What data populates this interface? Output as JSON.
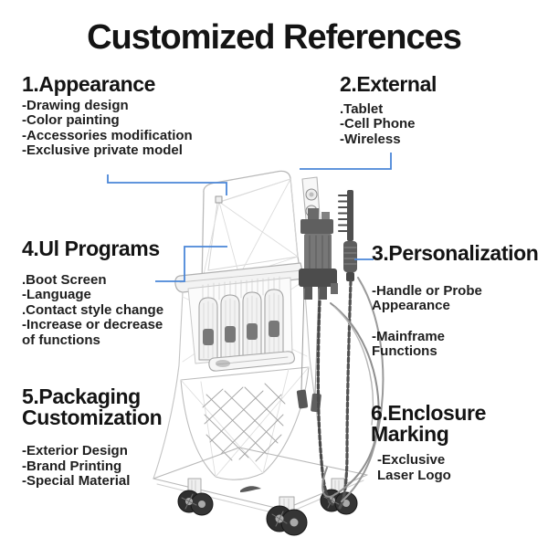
{
  "title": "Customized References",
  "colors": {
    "accent": "#4a86d8",
    "text": "#161616",
    "sketch": "#bdbdbd"
  },
  "illustration": {
    "name": "wireframe-beauty-machine-cart"
  },
  "sections": [
    {
      "heading": "1.Appearance",
      "items": [
        "-Drawing design",
        "-Color painting",
        "-Accessories modification",
        "-Exclusive private model"
      ]
    },
    {
      "heading": "2.External",
      "items": [
        ".Tablet",
        "-Cell Phone",
        "-Wireless"
      ]
    },
    {
      "heading": "3.Personalization",
      "items": [
        "-Handle or Probe\nAppearance",
        "-Mainframe\nFunctions"
      ]
    },
    {
      "heading": "4.Ul Programs",
      "items": [
        ".Boot Screen",
        "-Language",
        ".Contact style change",
        "-Increase or decrease\nof functions"
      ]
    },
    {
      "heading": "5.Packaging\nCustomization",
      "items": [
        "-Exterior Design",
        "-Brand Printing",
        "-Special Material"
      ]
    },
    {
      "heading": "6.Enclosure\nMarking",
      "items": [
        "-Exclusive\nLaser Logo"
      ]
    }
  ]
}
